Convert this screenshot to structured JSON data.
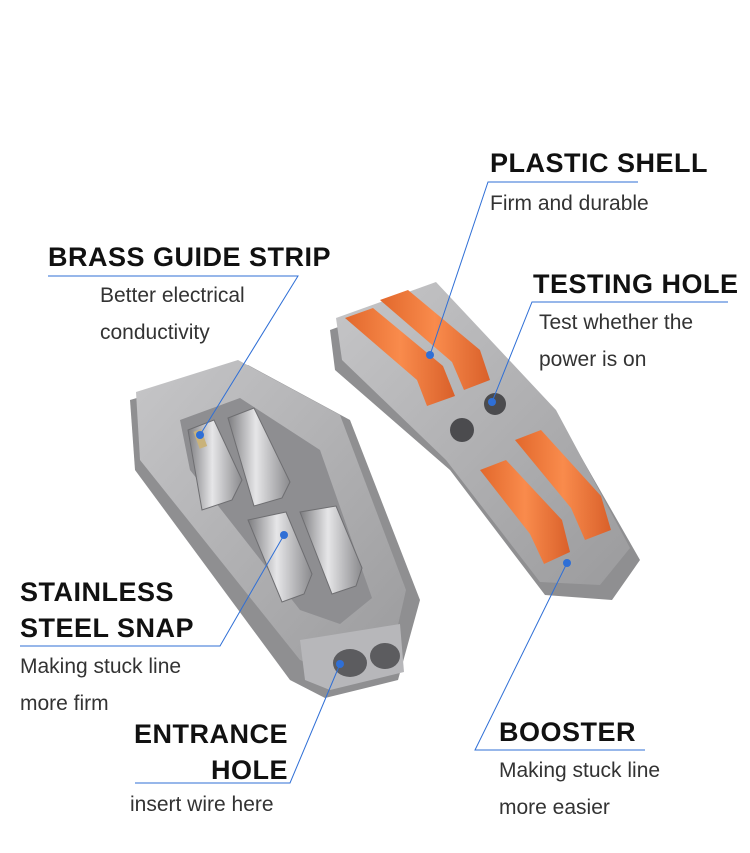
{
  "callouts": {
    "plastic_shell": {
      "title": "PLASTIC SHELL",
      "desc": [
        "Firm and durable"
      ]
    },
    "brass_guide_strip": {
      "title": "BRASS GUIDE STRIP",
      "desc": [
        "Better electrical",
        "conductivity"
      ]
    },
    "testing_hole": {
      "title": "TESTING HOLE",
      "desc": [
        "Test whether the",
        "power is on"
      ]
    },
    "stainless_steel_snap": {
      "title": [
        "STAINLESS",
        "STEEL SNAP"
      ],
      "desc": [
        "Making stuck line",
        "more firm"
      ]
    },
    "entrance_hole": {
      "title": [
        "ENTRANCE",
        "HOLE"
      ],
      "desc": [
        "insert wire here"
      ]
    },
    "booster": {
      "title": "BOOSTER",
      "desc": [
        "Making stuck line",
        "more easier"
      ]
    }
  },
  "colors": {
    "leader_line": "#2f6fd6",
    "shell_gray": "#a9a9ab",
    "lever_orange": "#f07a3a",
    "steel": "#b8b8ba"
  }
}
